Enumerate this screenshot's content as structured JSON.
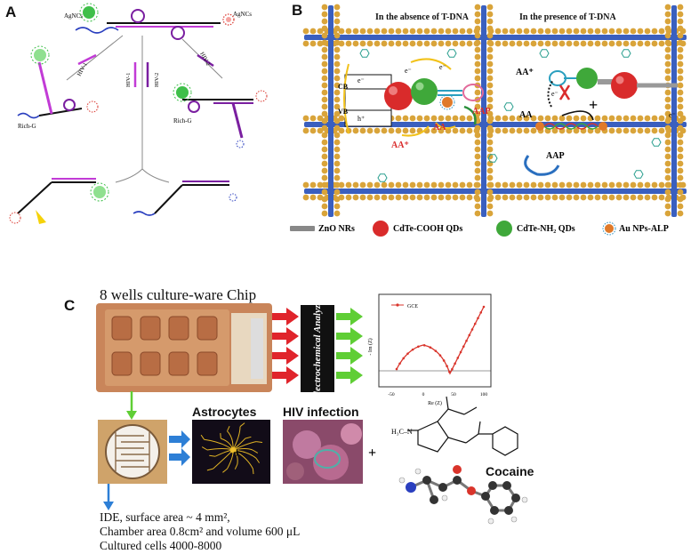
{
  "panelA": {
    "letter": "A",
    "labels": {
      "agncs_left": "AgNCs",
      "agncs_right": "AgNCs",
      "hiv1_left": "HIV-1",
      "hiv1_mid": "HIV-1",
      "hiv2_mid": "HIV-2",
      "hiv2_right": "HIV-2",
      "rich_g_left": "Rich-G",
      "rich_g_right": "Rich-G"
    },
    "colors": {
      "strand": "#111111",
      "loop": "#7a1fa0",
      "target": "#c23bd6",
      "blue": "#2a3fbf",
      "agnc_green": "#3fbf4a",
      "agnc_red": "#d9342b",
      "spark": "#f5d20a"
    }
  },
  "panelB": {
    "letter": "B",
    "header_left": "In the absence of T-DNA",
    "header_right": "In the presence of T-DNA",
    "labels": {
      "cb": "CB",
      "vb": "VB",
      "e1": "e⁻",
      "e2": "e⁻",
      "e3": "e⁻",
      "h": "h⁺",
      "aap_left": "AAP",
      "aa_left": "AA",
      "aa_plus_left": "AA⁺",
      "aa_plus_right": "AA⁺",
      "aa_right": "AA",
      "aap_right": "AAP",
      "plus": "+",
      "e_right": "e⁻",
      "e_edge": "e⁻"
    },
    "legend": [
      {
        "icon": "rod-icon",
        "label": "ZnO NRs"
      },
      {
        "icon": "red-sphere-icon",
        "label": "CdTe-COOH QDs"
      },
      {
        "icon": "green-sphere-icon",
        "label": "CdTe-NH₂ QDs"
      },
      {
        "icon": "au-np-icon",
        "label": "Au NPs-ALP"
      }
    ],
    "colors": {
      "gold": "#d9a43a",
      "rod": "#3a5fbf",
      "red": "#d92b2b",
      "green": "#3fa83a",
      "yellow": "#f2c21a"
    }
  },
  "panelC": {
    "letter": "C",
    "chip_title": "8 wells culture-ware Chip",
    "analyzer_label": "Electrochemical Analyzer",
    "plot": {
      "legend": "GCE",
      "ylabel": "- Im (Z)",
      "xlabel": "Re (Z)",
      "xticks": [
        "-50",
        "0",
        "50",
        "100"
      ]
    },
    "astrocytes": "Astrocytes",
    "hiv_infection": "HIV infection",
    "cocaine": "Cocaine",
    "plus1": "+",
    "plus2": "+",
    "caption_line1": "IDE, surface area ~ 4 mm²,",
    "caption_line2": "Chamber area 0.8cm² and volume 600 μL",
    "caption_line3": "Cultured cells 4000-8000",
    "colors": {
      "red_arrow": "#e0242b",
      "green_arrow": "#5fce35",
      "blue_arrow": "#2d7fd6",
      "curve": "#d9342b"
    }
  }
}
